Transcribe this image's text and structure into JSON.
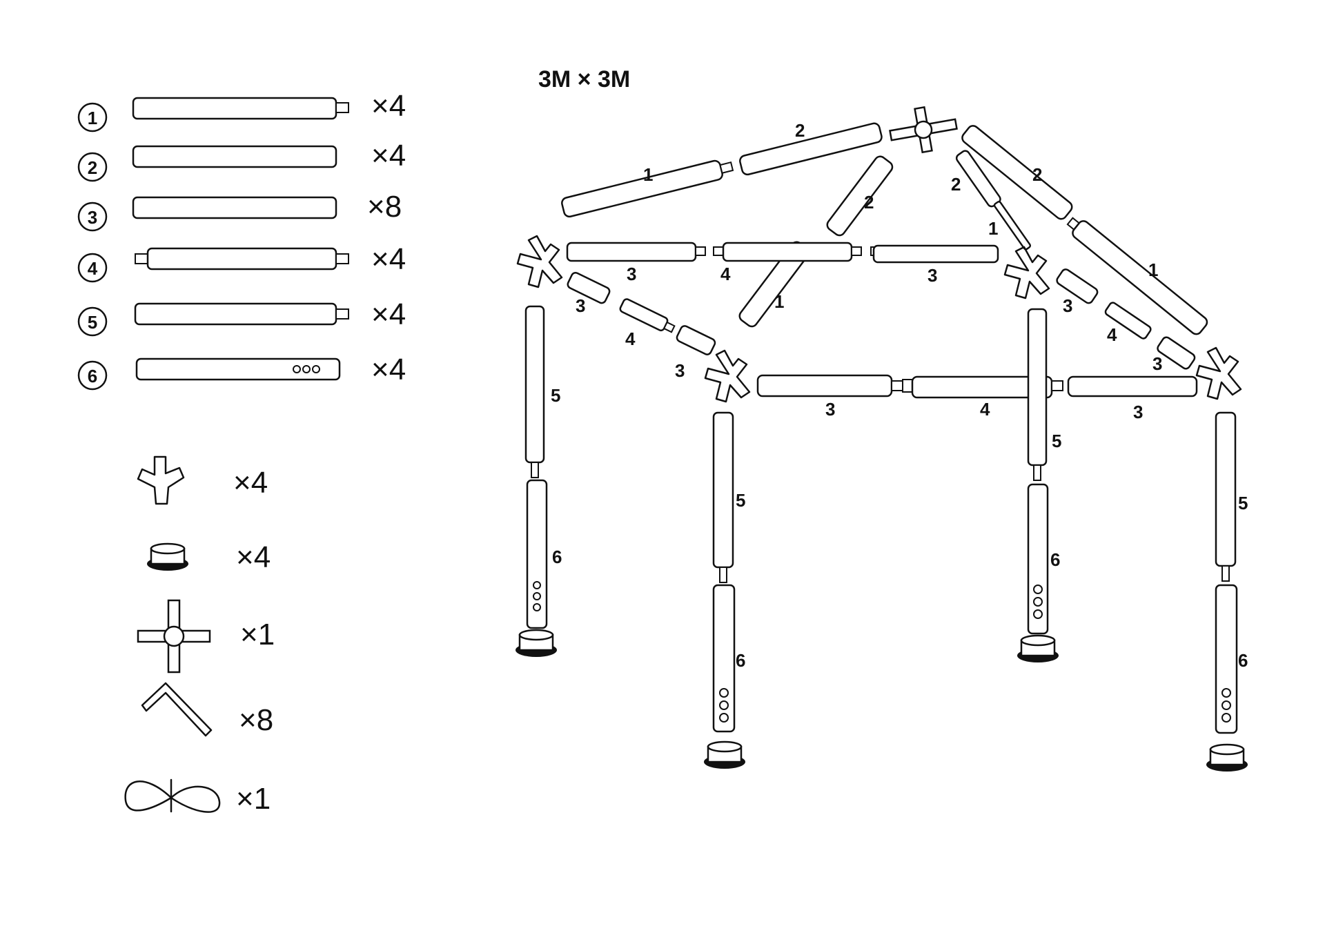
{
  "title": "3M × 3M",
  "parts_list": [
    {
      "id": "1",
      "quantity": "×4"
    },
    {
      "id": "2",
      "quantity": "×4"
    },
    {
      "id": "3",
      "quantity": "×8"
    },
    {
      "id": "4",
      "quantity": "×4"
    },
    {
      "id": "5",
      "quantity": "×4"
    },
    {
      "id": "6",
      "quantity": "×4"
    }
  ],
  "accessories": [
    {
      "icon": "corner-connector-icon",
      "quantity": "×4"
    },
    {
      "icon": "foot-plate-icon",
      "quantity": "×4"
    },
    {
      "icon": "cross-connector-icon",
      "quantity": "×1"
    },
    {
      "icon": "allen-key-icon",
      "quantity": "×8"
    },
    {
      "icon": "strap-icon",
      "quantity": "×1"
    }
  ],
  "assembly_labels": {
    "roof_left_1": "1",
    "roof_left_2": "2",
    "roof_right_2": "2",
    "roof_right_1": "1",
    "roof_center_2": "2",
    "roof_center_1": "1",
    "roof_inner_2": "2",
    "roof_inner_1": "1",
    "back_3a": "3",
    "back_4": "4",
    "back_3b": "3",
    "left_3a": "3",
    "left_4": "4",
    "left_3b": "3",
    "front_3a": "3",
    "front_4": "4",
    "front_3b": "3",
    "right_3a": "3",
    "right_4": "4",
    "right_3b": "3",
    "leg_bl_5": "5",
    "leg_bl_6": "6",
    "leg_fl_5": "5",
    "leg_fl_6": "6",
    "leg_br_5": "5",
    "leg_br_6": "6",
    "leg_fr_5": "5",
    "leg_fr_6": "6"
  }
}
